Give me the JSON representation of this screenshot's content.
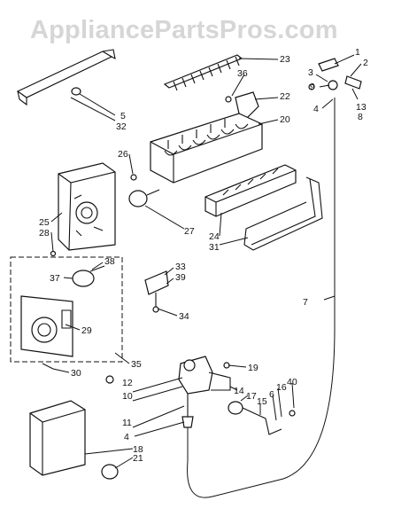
{
  "watermark": "AppliancePartsPros.com",
  "diagram": {
    "labels": [
      {
        "id": "1",
        "text": "1"
      },
      {
        "id": "2",
        "text": "2"
      },
      {
        "id": "3",
        "text": "3"
      },
      {
        "id": "9",
        "text": "9"
      },
      {
        "id": "4a",
        "text": "4"
      },
      {
        "id": "13",
        "text": "13"
      },
      {
        "id": "8",
        "text": "8"
      },
      {
        "id": "23",
        "text": "23"
      },
      {
        "id": "36",
        "text": "36"
      },
      {
        "id": "22",
        "text": "22"
      },
      {
        "id": "20",
        "text": "20"
      },
      {
        "id": "5",
        "text": "5"
      },
      {
        "id": "32",
        "text": "32"
      },
      {
        "id": "26",
        "text": "26"
      },
      {
        "id": "25",
        "text": "25"
      },
      {
        "id": "28",
        "text": "28"
      },
      {
        "id": "27",
        "text": "27"
      },
      {
        "id": "24",
        "text": "24"
      },
      {
        "id": "31",
        "text": "31"
      },
      {
        "id": "38",
        "text": "38"
      },
      {
        "id": "37",
        "text": "37"
      },
      {
        "id": "33",
        "text": "33"
      },
      {
        "id": "39",
        "text": "39"
      },
      {
        "id": "34",
        "text": "34"
      },
      {
        "id": "7",
        "text": "7"
      },
      {
        "id": "29",
        "text": "29"
      },
      {
        "id": "30",
        "text": "30"
      },
      {
        "id": "35",
        "text": "35"
      },
      {
        "id": "19",
        "text": "19"
      },
      {
        "id": "12",
        "text": "12"
      },
      {
        "id": "10",
        "text": "10"
      },
      {
        "id": "14",
        "text": "14"
      },
      {
        "id": "17",
        "text": "17"
      },
      {
        "id": "16",
        "text": "16"
      },
      {
        "id": "40",
        "text": "40"
      },
      {
        "id": "15",
        "text": "15"
      },
      {
        "id": "6",
        "text": "6"
      },
      {
        "id": "11",
        "text": "11"
      },
      {
        "id": "4b",
        "text": "4"
      },
      {
        "id": "18",
        "text": "18"
      },
      {
        "id": "21",
        "text": "21"
      }
    ]
  }
}
